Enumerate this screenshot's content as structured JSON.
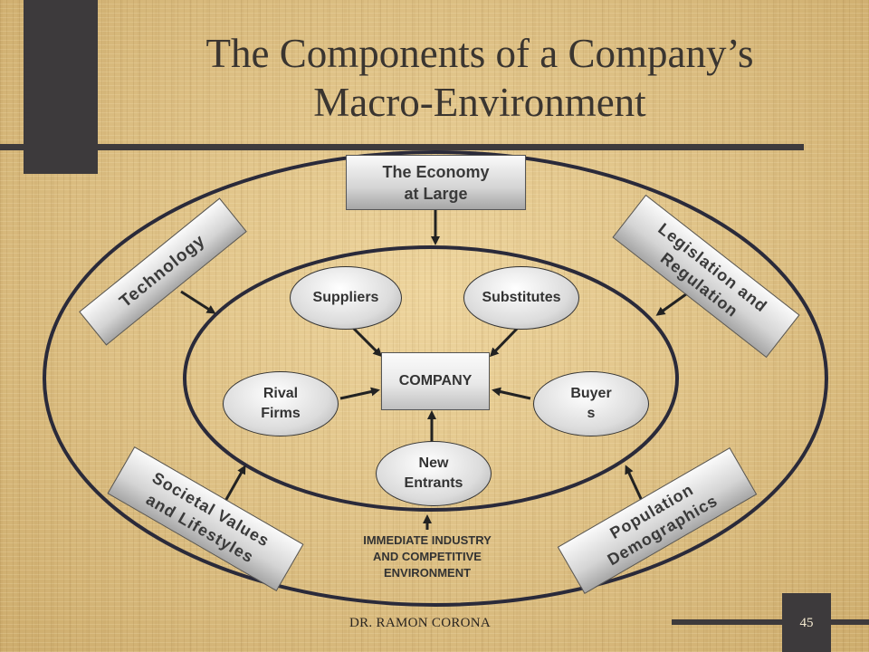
{
  "slide": {
    "title": "The  Components  of  a Company’s\nMacro-Environment",
    "footer": "DR. RAMON CORONA",
    "slide_number": "45"
  },
  "diagram": {
    "outer_forces": {
      "economy": "The Economy\nat Large",
      "technology": "Technology",
      "legislation": "Legislation and\nRegulation",
      "societal": "Societal Values\nand Lifestyles",
      "population": "Population\nDemographics"
    },
    "industry": {
      "suppliers": "Suppliers",
      "substitutes": "Substitutes",
      "rival_firms": "Rival\nFirms",
      "buyers": "Buyer\ns",
      "new_entrants": "New\nEntrants",
      "company": "COMPANY",
      "environment_label": "IMMEDIATE INDUSTRY\nAND COMPETITIVE\nENVIRONMENT"
    }
  },
  "colors": {
    "background": "#e0c384",
    "dark_accent": "#3d3a3c",
    "outline": "#2a2a3a"
  }
}
